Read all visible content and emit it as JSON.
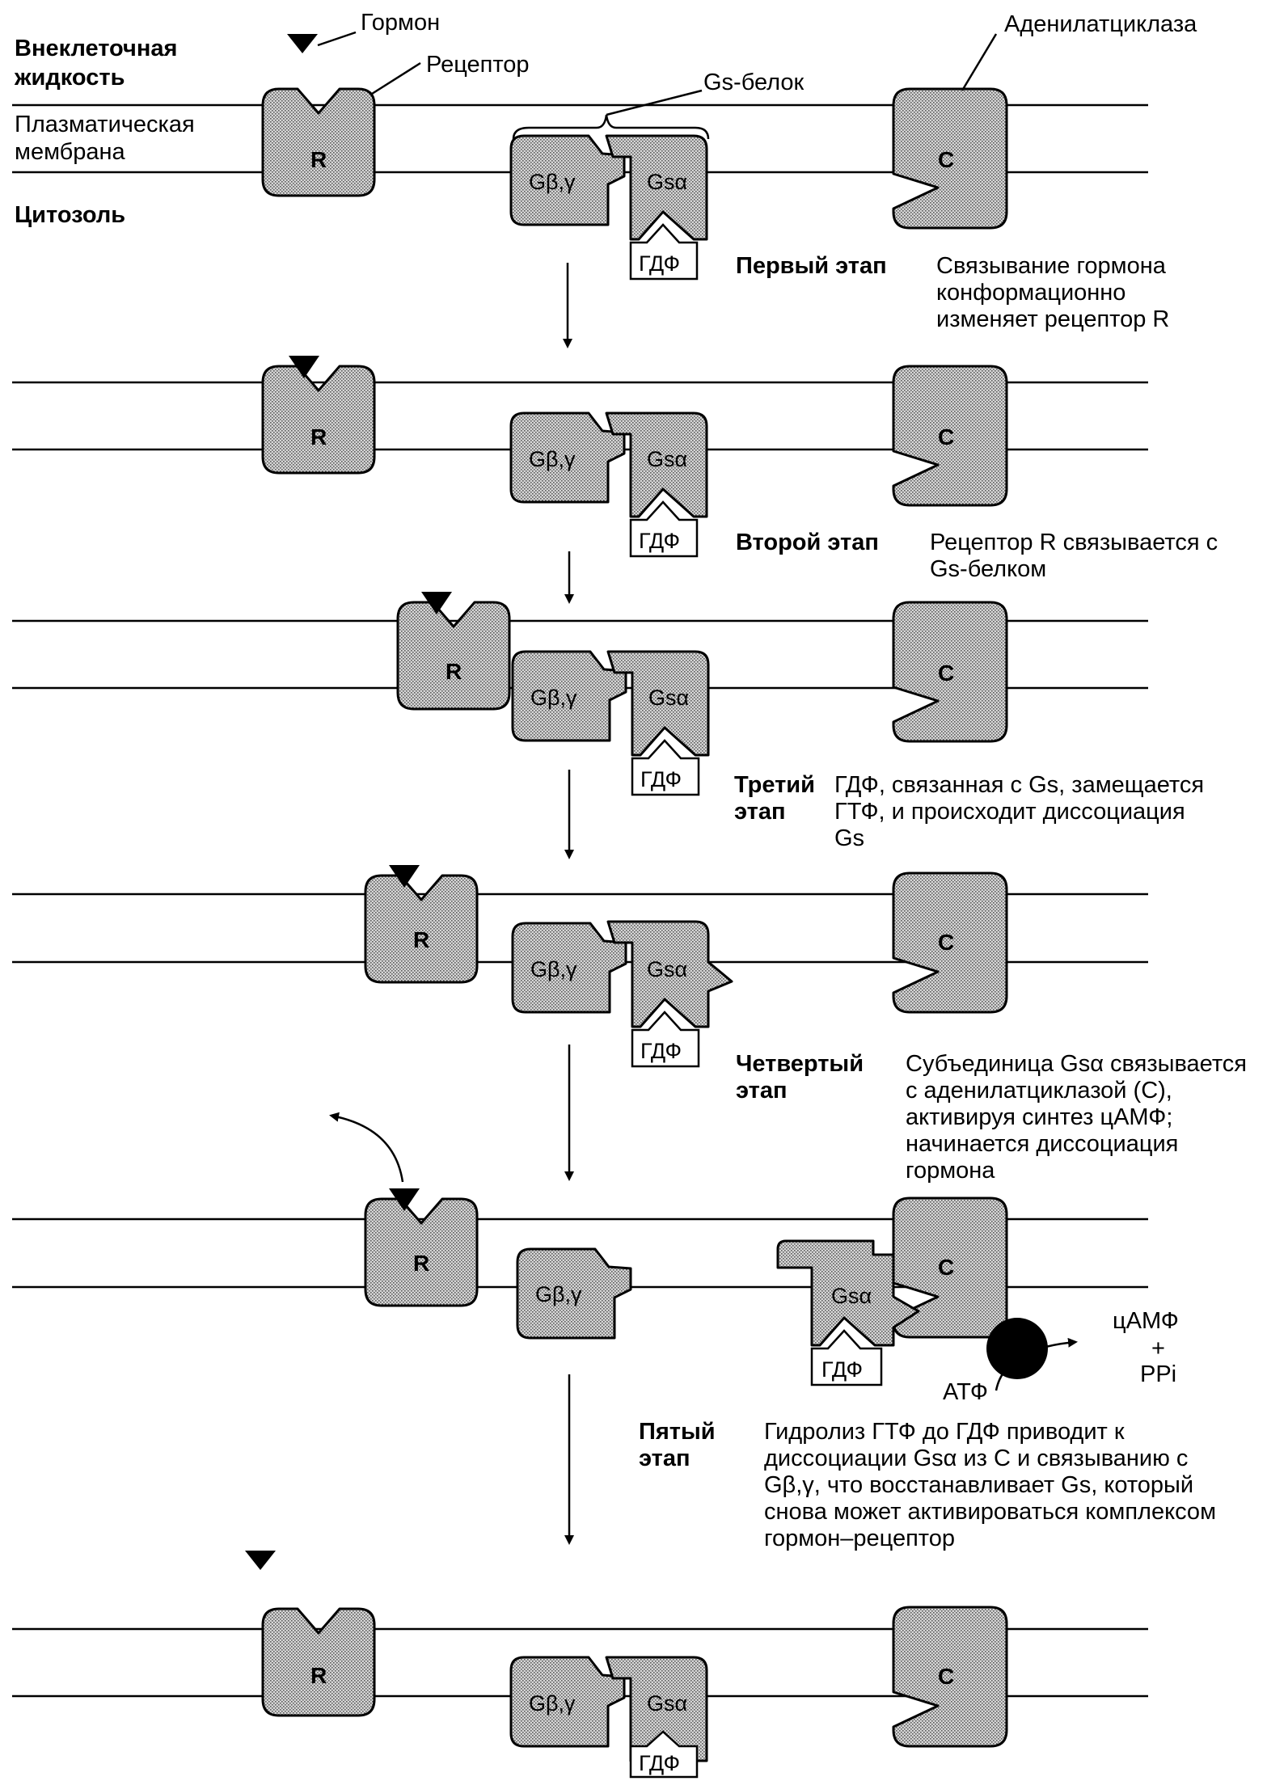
{
  "labels": {
    "hormone": "Гормон",
    "receptor": "Рецептор",
    "gs_protein": "Gs-белок",
    "adenylate_cyclase": "Аденилатциклаза",
    "extracellular_line1": "Внеклеточная",
    "extracellular_line2": "жидкость",
    "membrane_line1": "Плазматическая",
    "membrane_line2": "мембрана",
    "cytosol": "Цитозоль",
    "receptor_letter": "R",
    "cyclase_letter": "C",
    "g_beta_gamma": "Gβ,γ",
    "g_s_alpha": "Gsα",
    "gdf": "ГДФ",
    "camp": "цАМФ",
    "plus": "+",
    "ppi": "PPi",
    "atp": "АТФ"
  },
  "stages": [
    {
      "title": "Первый этап",
      "text": "Связывание гормона конформационно изменяет рецептор R"
    },
    {
      "title": "Второй этап",
      "text": "Рецептор R связывается с Gs-белком"
    },
    {
      "title": "Третий этап",
      "text": "ГДФ, связанная с Gs, замещается ГТФ, и происходит диссоциация Gs"
    },
    {
      "title": "Четвертый этап",
      "text": "Субъединица Gsα связывается с аденилатциклазой (C), активируя синтез цАМФ; начинается диссоциация гормона"
    },
    {
      "title": "Пятый этап",
      "text": "Гидролиз ГТФ до ГДФ приводит к диссоциации Gsα из C и связыванию с Gβ,γ, что восстанавливает Gs, который снова может активироваться комплексом гормон–рецептор"
    }
  ]
}
